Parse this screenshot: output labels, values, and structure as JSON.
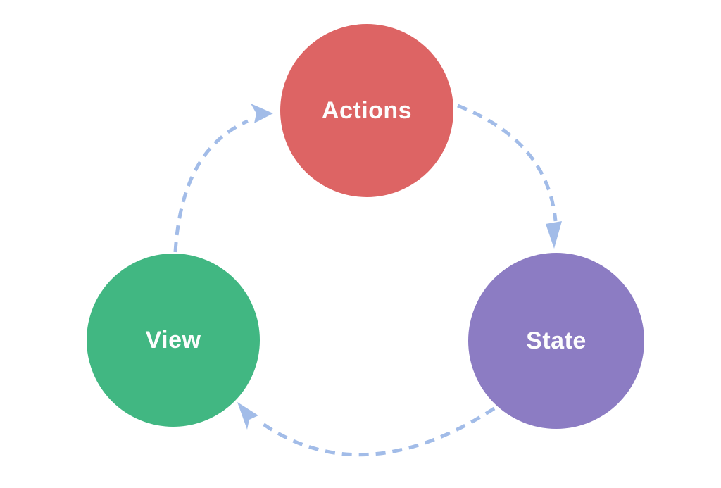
{
  "diagram": {
    "background": "#ffffff",
    "arrow_color": "#a2bce8",
    "label_color": "#fdfdfd",
    "nodes": [
      {
        "id": "actions",
        "label": "Actions",
        "color": "#dd6464"
      },
      {
        "id": "state",
        "label": "State",
        "color": "#8c7cc3"
      },
      {
        "id": "view",
        "label": "View",
        "color": "#41b782"
      }
    ],
    "edges": [
      {
        "from": "Actions",
        "to": "State"
      },
      {
        "from": "State",
        "to": "View"
      },
      {
        "from": "View",
        "to": "Actions"
      }
    ]
  }
}
